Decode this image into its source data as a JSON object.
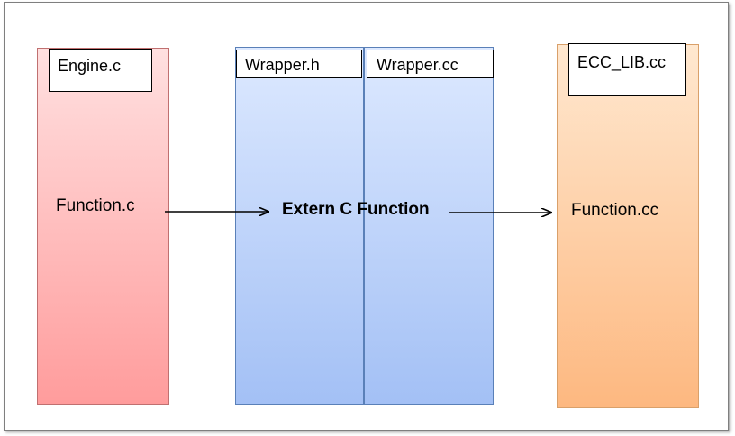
{
  "columns": {
    "engine": {
      "title": "Engine.c",
      "content": "Function.c",
      "gradient": [
        "#ffe0e0",
        "#ff9c9c"
      ]
    },
    "wrapper_h": {
      "title": "Wrapper.h",
      "gradient": [
        "#dde9ff",
        "#a3c0f5"
      ]
    },
    "wrapper_cc": {
      "title": "Wrapper.cc",
      "gradient": [
        "#dde9ff",
        "#a3c0f5"
      ]
    },
    "ecc_lib": {
      "title": "ECC_LIB.cc",
      "content": "Function.cc",
      "gradient": [
        "#ffe8d0",
        "#fdb880"
      ]
    }
  },
  "wrapper_content": "Extern C Function",
  "arrows": [
    {
      "from": "Function.c",
      "to": "Extern C Function"
    },
    {
      "from": "Extern C Function",
      "to": "Function.cc"
    }
  ]
}
